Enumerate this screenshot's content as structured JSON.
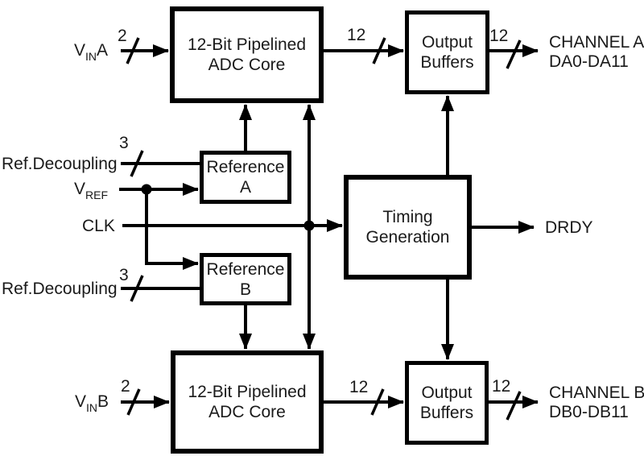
{
  "diagram": {
    "background_color": "#ffffff",
    "line_color": "#000000",
    "text_color": "#1a1a1a"
  },
  "blocks": {
    "adc_core_a": {
      "label": "12-Bit Pipelined\nADC Core"
    },
    "output_buffers_a": {
      "label": "Output\nBuffers"
    },
    "reference_a": {
      "label": "Reference\nA"
    },
    "timing_generation": {
      "label": "Timing\nGeneration"
    },
    "reference_b": {
      "label": "Reference\nB"
    },
    "adc_core_b": {
      "label": "12-Bit Pipelined\nADC Core"
    },
    "output_buffers_b": {
      "label": "Output\nBuffers"
    }
  },
  "inputs": {
    "vin_a": {
      "base": "V",
      "sub": "IN",
      "suffix": "A",
      "bus_width": "2"
    },
    "ref_decoupling_a": {
      "label": "Ref.Decoupling",
      "bus_width": "3"
    },
    "vref": {
      "base": "V",
      "sub": "REF"
    },
    "clk": {
      "label": "CLK"
    },
    "ref_decoupling_b": {
      "label": "Ref.Decoupling",
      "bus_width": "3"
    },
    "vin_b": {
      "base": "V",
      "sub": "IN",
      "suffix": "B",
      "bus_width": "2"
    }
  },
  "buses": {
    "adc_a_to_buffers": "12",
    "adc_b_to_buffers": "12"
  },
  "outputs": {
    "channel_a": {
      "line1": "CHANNEL A",
      "line2": "DA0-DA11",
      "bus_width": "12"
    },
    "drdy": {
      "label": "DRDY"
    },
    "channel_b": {
      "line1": "CHANNEL B",
      "line2": "DB0-DB11",
      "bus_width": "12"
    }
  }
}
